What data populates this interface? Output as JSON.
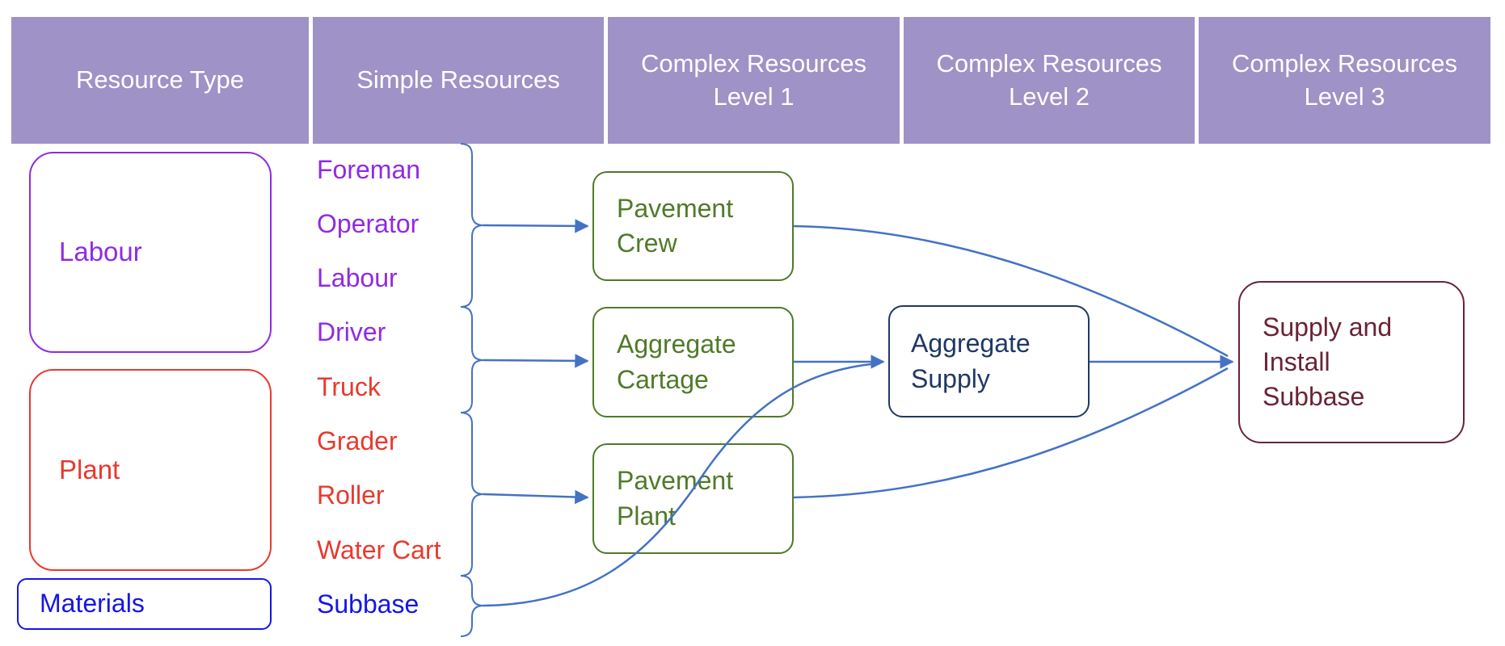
{
  "colors": {
    "header_bg": "#9e92c6",
    "header_text": "#ffffff",
    "labour": "#8f2be0",
    "plant": "#e8392e",
    "materials": "#1515e6",
    "level1": "#4f7a28",
    "level2": "#203864",
    "level3": "#6a2335",
    "connector": "#4472c4"
  },
  "header": {
    "columns": [
      {
        "label": "Resource Type"
      },
      {
        "label": "Simple Resources"
      },
      {
        "label": "Complex Resources\nLevel 1"
      },
      {
        "label": "Complex Resources\nLevel 2"
      },
      {
        "label": "Complex Resources\nLevel 3"
      }
    ]
  },
  "resource_types": [
    {
      "label": "Labour"
    },
    {
      "label": "Plant"
    },
    {
      "label": "Materials"
    }
  ],
  "simple_resources": [
    {
      "label": "Foreman",
      "type": "labour"
    },
    {
      "label": "Operator",
      "type": "labour"
    },
    {
      "label": "Labour",
      "type": "labour"
    },
    {
      "label": "Driver",
      "type": "labour"
    },
    {
      "label": "Truck",
      "type": "plant"
    },
    {
      "label": "Grader",
      "type": "plant"
    },
    {
      "label": "Roller",
      "type": "plant"
    },
    {
      "label": "Water Cart",
      "type": "plant"
    },
    {
      "label": "Subbase",
      "type": "materials"
    }
  ],
  "complex_level1": [
    {
      "label": "Pavement\nCrew"
    },
    {
      "label": "Aggregate\nCartage"
    },
    {
      "label": "Pavement\nPlant"
    }
  ],
  "complex_level2": [
    {
      "label": "Aggregate\nSupply"
    }
  ],
  "complex_level3": [
    {
      "label": "Supply and\nInstall\nSubbase"
    }
  ],
  "groupings": [
    {
      "members": [
        "Foreman",
        "Operator",
        "Labour"
      ],
      "target": "Pavement Crew"
    },
    {
      "members": [
        "Driver",
        "Truck"
      ],
      "target": "Aggregate Cartage"
    },
    {
      "members": [
        "Grader",
        "Roller",
        "Water Cart"
      ],
      "target": "Pavement Plant"
    },
    {
      "members": [
        "Subbase"
      ],
      "target": "Aggregate Supply"
    }
  ],
  "connections": [
    {
      "from": "Aggregate Cartage",
      "to": "Aggregate Supply"
    },
    {
      "from": "Subbase",
      "to": "Aggregate Supply"
    },
    {
      "from": "Pavement Crew",
      "to": "Supply and Install Subbase"
    },
    {
      "from": "Aggregate Supply",
      "to": "Supply and Install Subbase"
    },
    {
      "from": "Pavement Plant",
      "to": "Supply and Install Subbase"
    }
  ]
}
